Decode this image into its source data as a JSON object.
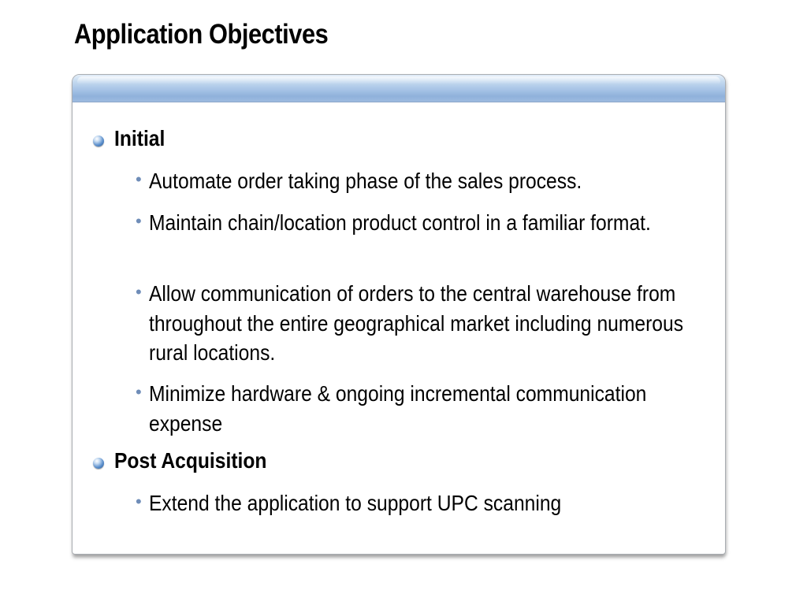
{
  "slide": {
    "title": "Application Objectives"
  },
  "sections": [
    {
      "heading": "Initial",
      "items": [
        "Automate order taking phase of the sales process.",
        "Maintain chain/location product control in a familiar format.",
        "Allow communication of orders to the central warehouse from throughout the entire geographical market including numerous rural locations.",
        "Minimize hardware & ongoing incremental communication expense"
      ]
    },
    {
      "heading": "Post Acquisition",
      "items": [
        "Extend the application to support UPC scanning"
      ]
    }
  ],
  "icons": {
    "section_bullet": "blue-sphere-bullet-icon",
    "item_bullet": "dot-bullet-icon"
  },
  "colors": {
    "header_bar": "#a7c4e6",
    "item_bullet": "#6f8db8",
    "section_bullet": "#5b8fcc"
  }
}
